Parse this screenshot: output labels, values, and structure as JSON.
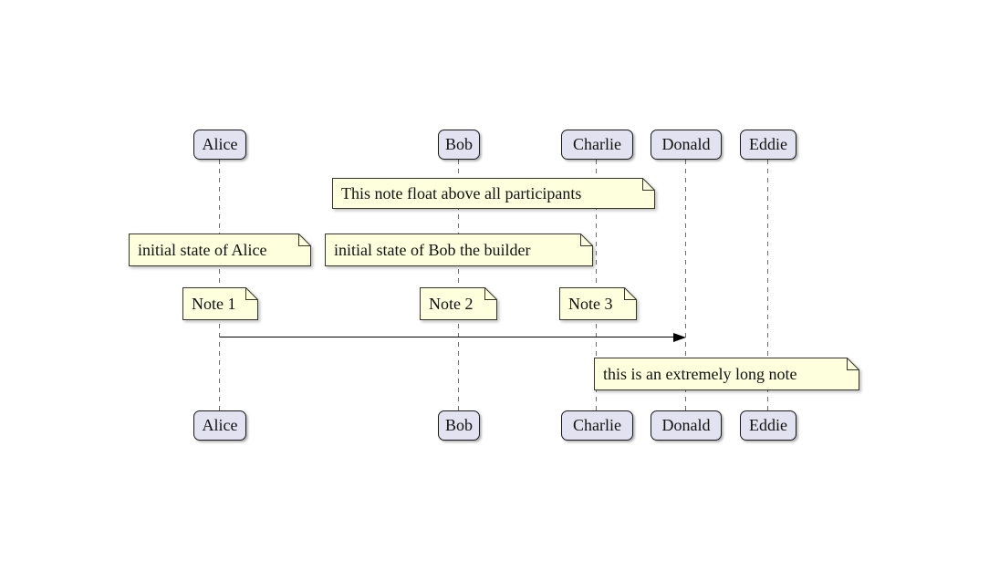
{
  "diagram": {
    "type": "sequence-diagram",
    "participants": [
      {
        "name": "Alice"
      },
      {
        "name": "Bob"
      },
      {
        "name": "Charlie"
      },
      {
        "name": "Donald"
      },
      {
        "name": "Eddie"
      }
    ],
    "notes": [
      {
        "id": "floating-note",
        "text": "This note float above all participants"
      },
      {
        "id": "alice-initial-note",
        "text": "initial state of Alice"
      },
      {
        "id": "bob-initial-note",
        "text": "initial state of Bob the builder"
      },
      {
        "id": "note-1",
        "text": "Note 1"
      },
      {
        "id": "note-2",
        "text": "Note 2"
      },
      {
        "id": "note-3",
        "text": "Note 3"
      },
      {
        "id": "long-note",
        "text": "this is an extremely long note"
      }
    ],
    "messages": [
      {
        "from": "Alice",
        "to": "Donald",
        "label": ""
      }
    ],
    "colors": {
      "participant_fill": "#E2E2F0",
      "participant_border": "#181818",
      "note_fill": "#FEFFDD",
      "note_border": "#35352B",
      "lifeline": "#6E6E6E",
      "arrow": "#000000",
      "text": "#111111"
    }
  }
}
